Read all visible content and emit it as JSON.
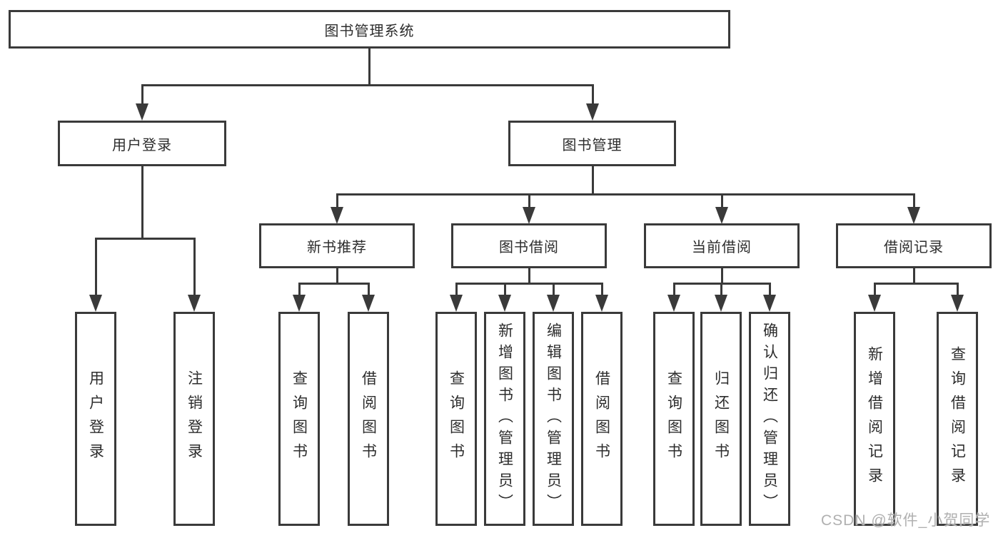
{
  "diagram": {
    "root": {
      "label": "图书管理系统"
    },
    "level2": [
      {
        "label": "用户登录"
      },
      {
        "label": "图书管理"
      }
    ],
    "level3": [
      {
        "label": "新书推荐"
      },
      {
        "label": "图书借阅"
      },
      {
        "label": "当前借阅"
      },
      {
        "label": "借阅记录"
      }
    ],
    "leaves": [
      {
        "label": "用户登录"
      },
      {
        "label": "注销登录"
      },
      {
        "label": "查询图书"
      },
      {
        "label": "借阅图书"
      },
      {
        "label": "查询图书"
      },
      {
        "label": "新增图书（管理员）"
      },
      {
        "label": "编辑图书（管理员）"
      },
      {
        "label": "借阅图书"
      },
      {
        "label": "查询图书"
      },
      {
        "label": "归还图书"
      },
      {
        "label": "确认归还（管理员）"
      },
      {
        "label": "新增借阅记录"
      },
      {
        "label": "查询借阅记录"
      }
    ],
    "watermark": "CSDN @软件_小贺同学",
    "colors": {
      "line": "#3a3a3a",
      "text": "#2d2d2d",
      "watermark": "#b0b0b0",
      "background": "#ffffff"
    }
  }
}
